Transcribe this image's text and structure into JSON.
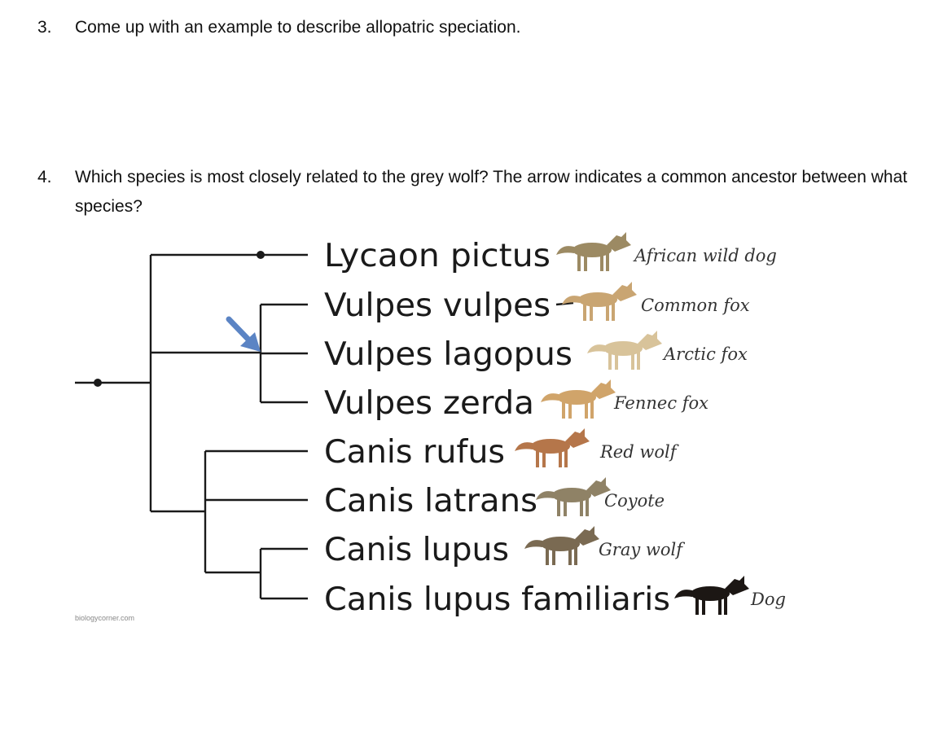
{
  "question3": {
    "number": "3.",
    "text": "Come up with an example to describe allopatric speciation."
  },
  "question4": {
    "number": "4.",
    "text": "Which species is most closely related to the grey wolf?  The arrow indicates a common ancestor between what species?"
  },
  "tree": {
    "species": [
      {
        "scientific": "Lycaon pictus",
        "common": "African wild dog",
        "fur": "#9c8a63"
      },
      {
        "scientific": "Vulpes vulpes",
        "common": "Common fox",
        "fur": "#c9a572"
      },
      {
        "scientific": "Vulpes lagopus",
        "common": "Arctic fox",
        "fur": "#d8c39a"
      },
      {
        "scientific": "Vulpes zerda",
        "common": "Fennec fox",
        "fur": "#d0a46a"
      },
      {
        "scientific": "Canis rufus",
        "common": "Red wolf",
        "fur": "#b5764a"
      },
      {
        "scientific": "Canis latrans",
        "common": "Coyote",
        "fur": "#8f8266"
      },
      {
        "scientific": "Canis lupus",
        "common": "Gray wolf",
        "fur": "#7a6a52"
      },
      {
        "scientific": "Canis lupus familiaris",
        "common": "Dog",
        "fur": "#1c1714"
      }
    ],
    "arrow_color": "#5b84c4",
    "line_color": "#1a1a1a",
    "credit": "biologycorner.com"
  }
}
